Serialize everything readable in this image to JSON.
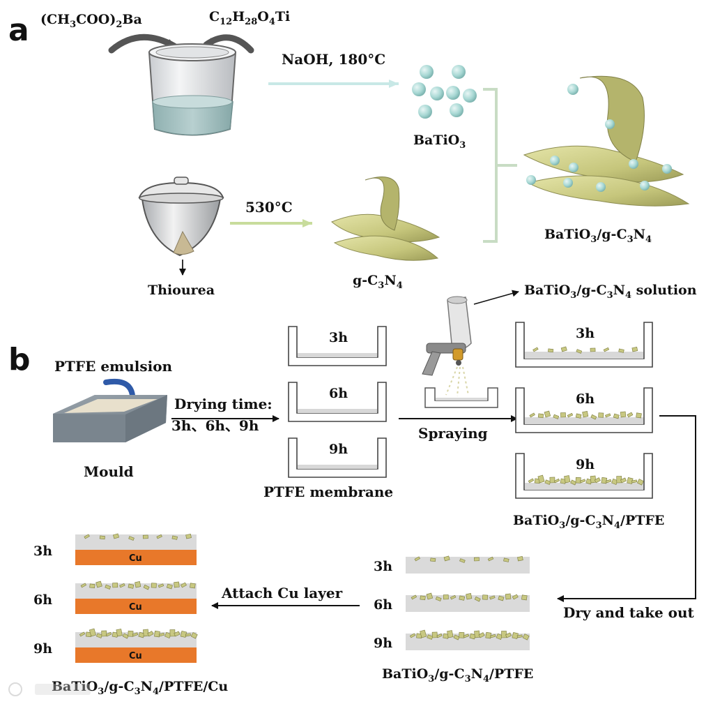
{
  "panels": {
    "a": "a",
    "b": "b"
  },
  "part_a": {
    "precursor_1": {
      "main": "(CH",
      "s1": "3",
      "m2": "COO)",
      "s2": "2",
      "m3": "Ba"
    },
    "precursor_2": {
      "main": "C",
      "s1": "12",
      "m2": "H",
      "s2": "28",
      "m3": "O",
      "s3": "4",
      "m4": "Ti"
    },
    "hydrothermal_condition": "NaOH, 180°C",
    "batio3": {
      "main": "BaTiO",
      "s1": "3"
    },
    "calcination_condition": "530°C",
    "thiourea": "Thiourea",
    "gc3n4": {
      "m1": "g-C",
      "s1": "3",
      "m2": "N",
      "s2": "4"
    },
    "composite": {
      "m1": "BaTiO",
      "s1": "3",
      "m2": "/g-C",
      "s2": "3",
      "m3": "N",
      "s3": "4"
    }
  },
  "part_b": {
    "ptfe_emulsion": "PTFE emulsion",
    "mould": "Mould",
    "drying_time_label": "Drying time:",
    "drying_times_list": "3h、6h、9h",
    "ptfe_membrane": "PTFE membrane",
    "spraying": "Spraying",
    "solution": {
      "m1": "BaTiO",
      "s1": "3",
      "m2": "/g-C",
      "s2": "3",
      "m3": "N",
      "s3": "4",
      "m4": " solution"
    },
    "composite_ptfe": {
      "m1": "BaTiO",
      "s1": "3",
      "m2": "/g-C",
      "s2": "3",
      "m3": "N",
      "s3": "4",
      "m4": "/PTFE"
    },
    "dry_take_out": "Dry and take out",
    "attach_cu": "Attach Cu layer",
    "composite_ptfe_cu": {
      "m1": "BaTiO",
      "s1": "3",
      "m2": "/g-C",
      "s2": "3",
      "m3": "N",
      "s3": "4",
      "m4": "/PTFE/Cu"
    },
    "cu_label": "Cu",
    "times": [
      "3h",
      "6h",
      "9h"
    ]
  },
  "colors": {
    "cu_orange": "#e8782a",
    "sheet_green": "#c8c882",
    "sphere_blue": "#a8d8d4",
    "arrow_blue": "#c8e8e6",
    "arrow_green": "#c8dc9c",
    "emulsion_arrow": "#2f5aa8"
  }
}
